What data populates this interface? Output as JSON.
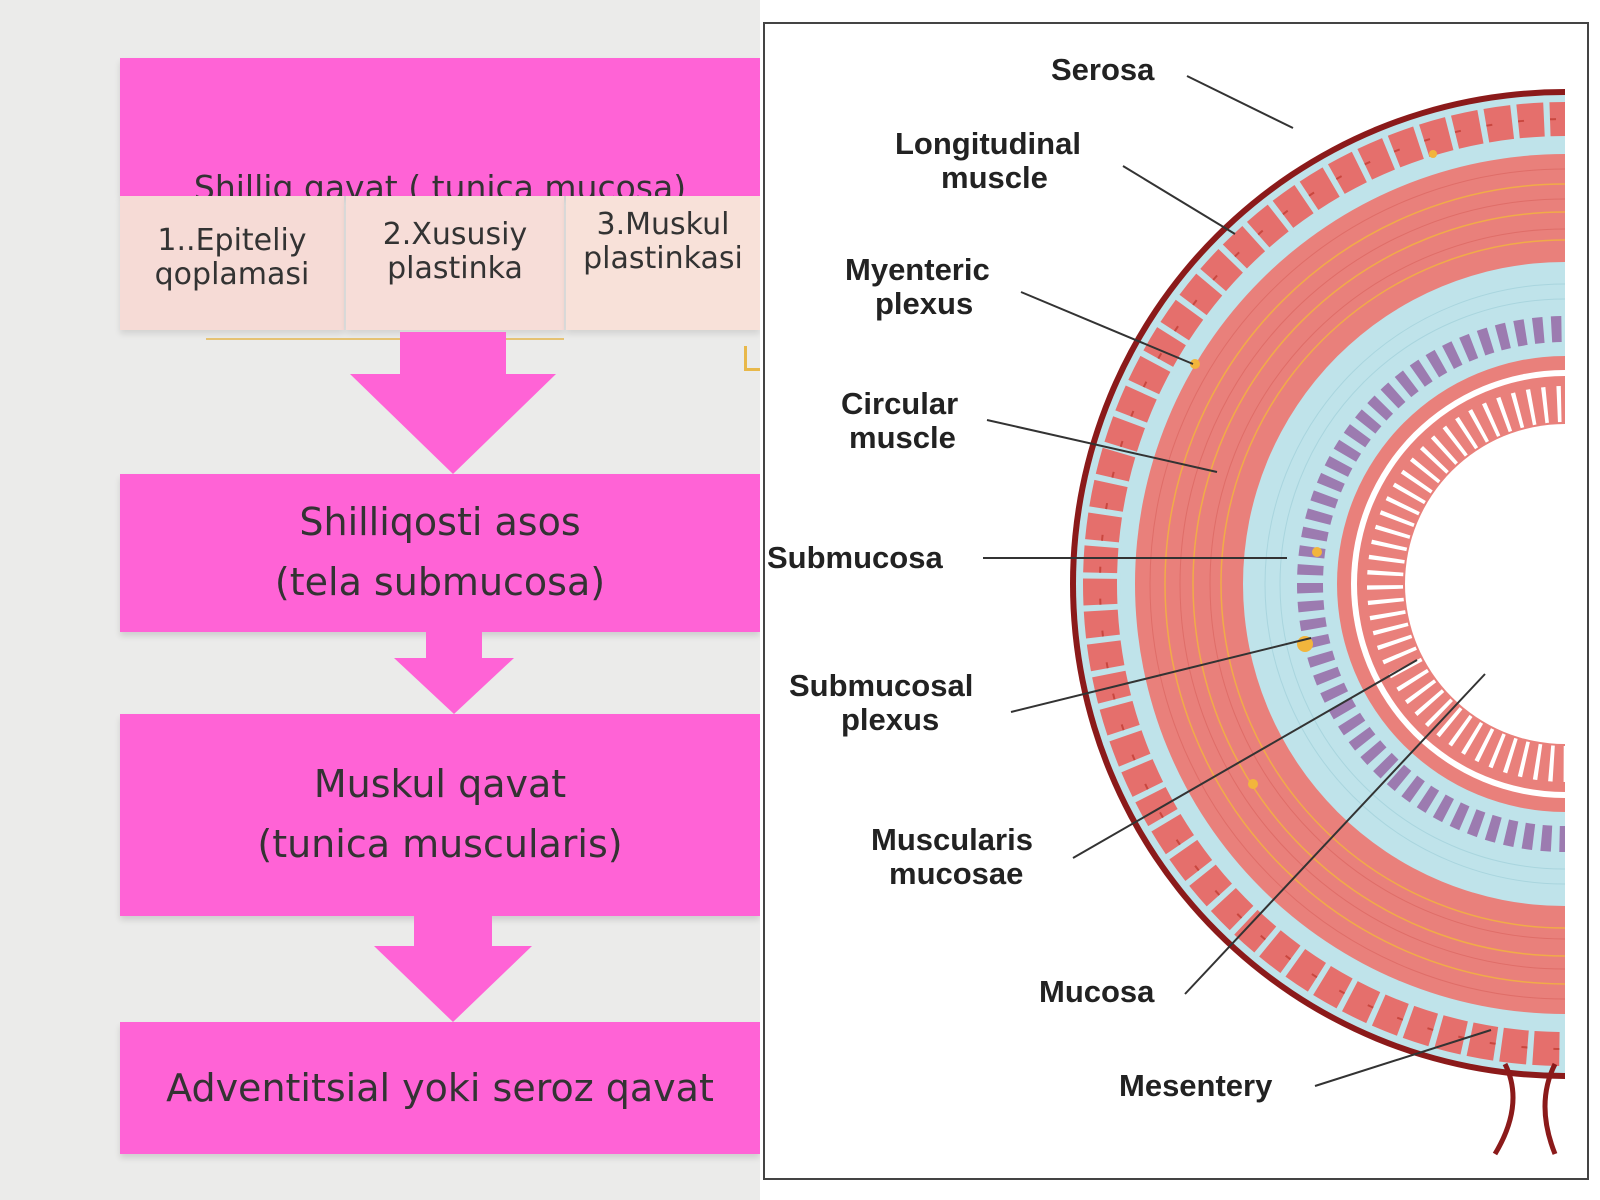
{
  "flow": {
    "top": {
      "title": "Shilliq qavat  ( tunica mucosa)"
    },
    "sublayers": [
      {
        "line1": "1..Epiteliy",
        "line2": "qoplamasi"
      },
      {
        "line1": "2.Xususiy",
        "line2": "plastinka"
      },
      {
        "line1": "3.Muskul",
        "line2": "plastinkasi"
      }
    ],
    "submucosa": {
      "line1": "Shilliqosti  asos",
      "line2": "(tela submucosa)"
    },
    "muscularis": {
      "line1": "Muskul qavat",
      "line2": "(tunica muscularis)"
    },
    "adventitia": {
      "line1": "Adventitsial yoki seroz qavat"
    }
  },
  "figure": {
    "labels": {
      "serosa": "Serosa",
      "longitudinal_1": "Longitudinal",
      "longitudinal_2": "muscle",
      "myenteric_1": "Myenteric",
      "myenteric_2": "plexus",
      "circular_1": "Circular",
      "circular_2": "muscle",
      "submucosa": "Submucosa",
      "submucosal_1": "Submucosal",
      "submucosal_2": "plexus",
      "muscularis_1": "Muscularis",
      "muscularis_2": "mucosae",
      "mucosa": "Mucosa",
      "mesentery": "Mesentery"
    },
    "colors": {
      "serosa": "#8b1a1a",
      "connective": "#bfe3ea",
      "muscle": "#e56f6c",
      "nerve": "#f2b53c",
      "glands": "#9c7bb0"
    }
  }
}
